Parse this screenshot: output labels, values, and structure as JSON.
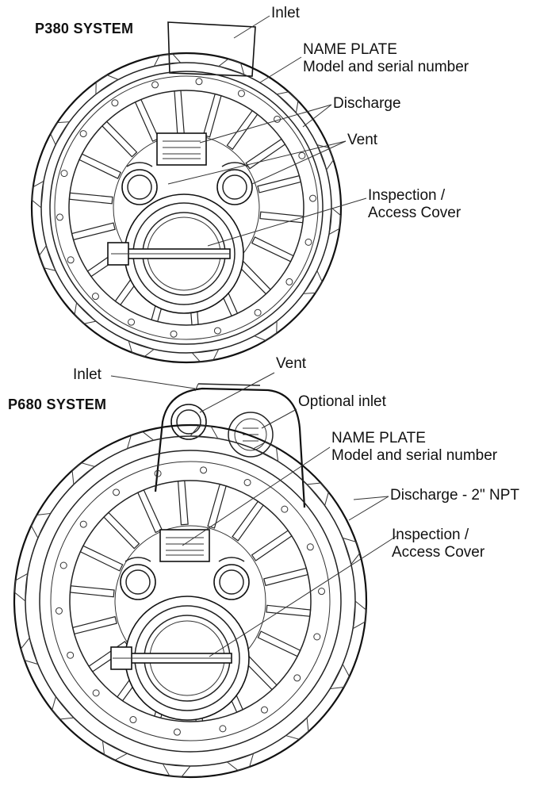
{
  "p380": {
    "title": "P380 SYSTEM",
    "labels": {
      "inlet": "Inlet",
      "name_plate": "NAME PLATE",
      "model_serial": "Model and serial number",
      "discharge": "Discharge",
      "vent": "Vent",
      "inspection": "Inspection /",
      "access_cover": "Access Cover"
    }
  },
  "p680": {
    "title": "P680 SYSTEM",
    "labels": {
      "inlet": "Inlet",
      "vent": "Vent",
      "optional_inlet": "Optional inlet",
      "name_plate": "NAME PLATE",
      "model_serial": "Model and serial number",
      "discharge": "Discharge - 2\" NPT",
      "inspection": "Inspection /",
      "access_cover": "Access Cover"
    }
  }
}
